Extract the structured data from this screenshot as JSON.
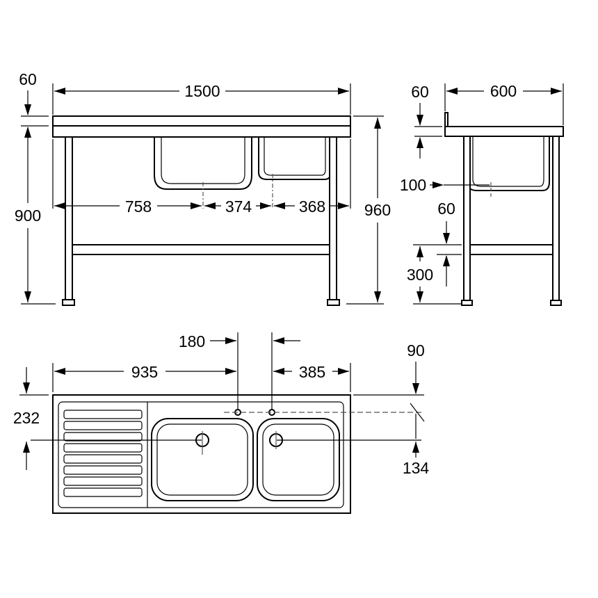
{
  "units": "mm",
  "front_view": {
    "overall_width": "1500",
    "top_thickness": "60",
    "leg_height": "900",
    "overall_height": "960",
    "drain_offset_left": "758",
    "drain_spacing": "374",
    "drain_offset_right": "368"
  },
  "side_view": {
    "depth": "600",
    "top_thickness": "60",
    "drain_depth": "100",
    "shelf_thickness": "60",
    "shelf_height": "300"
  },
  "plan_view": {
    "tap_hole_spacing": "180",
    "left_to_tap": "935",
    "tap_to_right": "385",
    "back_to_tap": "90",
    "back_to_drain": "232",
    "back_to_drain_right": "134"
  }
}
